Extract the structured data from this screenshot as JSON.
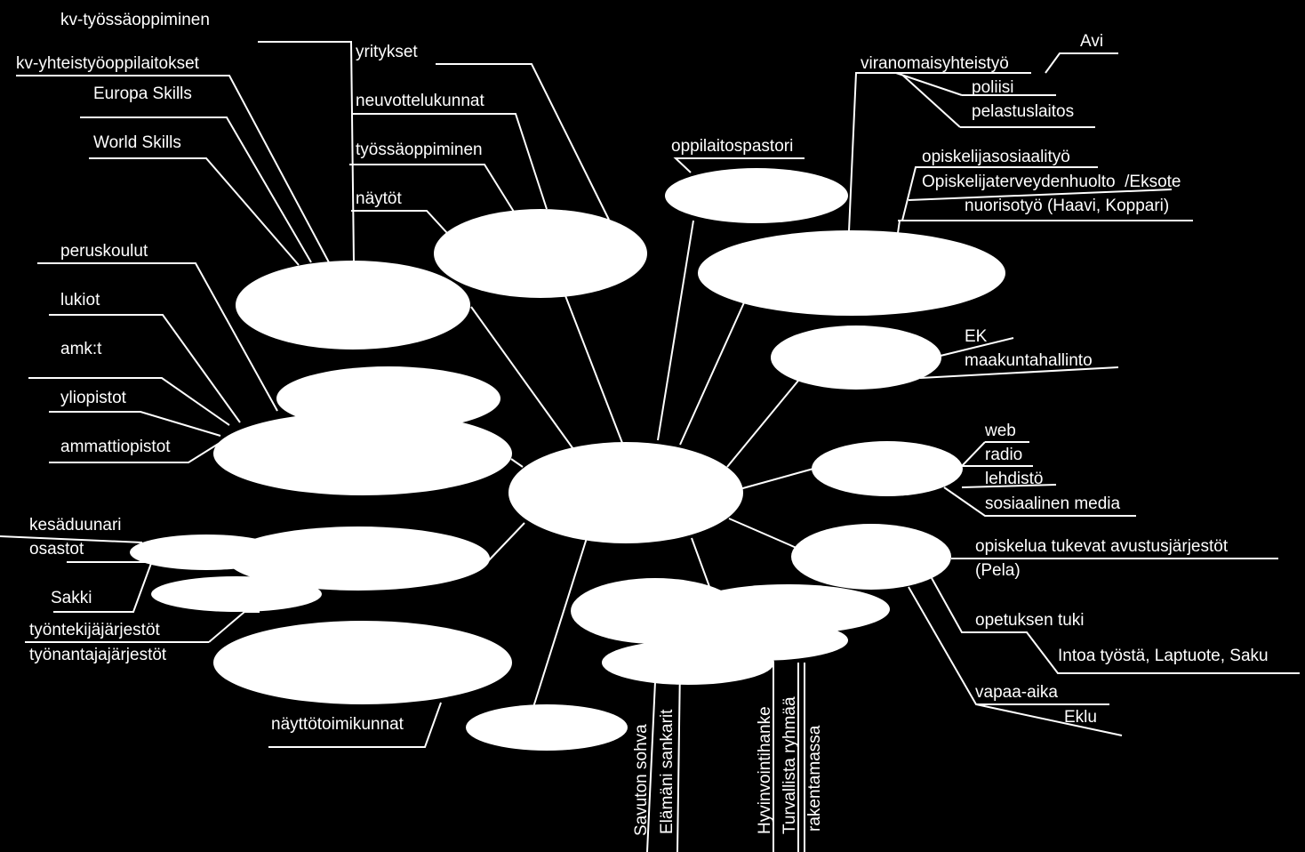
{
  "labels": {
    "kv_tyossaoppiminen": "kv-työssäoppiminen",
    "kv_yhteistyooppilaitokset": "kv-yhteistyöoppilaitokset",
    "europa_skills": "Europa Skills",
    "world_skills": "World Skills",
    "yritykset": "yritykset",
    "neuvottelukunnat": "neuvottelukunnat",
    "tyossaoppiminen": "työssäoppiminen",
    "naytot": "näytöt",
    "oppilaitospastori": "oppilaitospastori",
    "viranomaisyhteistyo": "viranomaisyhteistyö",
    "avi": "Avi",
    "poliisi": "poliisi",
    "pelastuslaitos": "pelastuslaitos",
    "opiskelijasosiaalityo": "opiskelijasosiaalityö",
    "opiskelijaterveydenhuolto": "Opiskelijaterveydenhuolto  /Eksote",
    "nuorisotyo": "nuorisotyö (Haavi, Koppari)",
    "peruskoulut": "peruskoulut",
    "lukiot": "lukiot",
    "amk": "amk:t",
    "yliopistot": "yliopistot",
    "ammattiopistot": "ammattiopistot",
    "ek": "EK",
    "maakuntahallinto": "maakuntahallinto",
    "web": "web",
    "radio": "radio",
    "lehdisto": "lehdistö",
    "sosiaalinen_media": "sosiaalinen media",
    "kesaduunari": "kesäduunari",
    "osastot": "osastot",
    "sakki": "Sakki",
    "tyontekijajarjestot": "työntekijäjärjestöt",
    "tyonantajajarjestot": "työnantajajärjestöt",
    "opiskelua_tukevat": "opiskelua tukevat avustusjärjestöt",
    "pela": "(Pela)",
    "opetuksen_tuki": "opetuksen tuki",
    "intoa": "Intoa työstä, Laptuote, Saku",
    "vapaa_aika": "vapaa-aika",
    "eklu": "Eklu",
    "nayttotoimikunnat": "näyttötoimikunnat",
    "savuton_sohva": "Savuton sohva",
    "elamani_sankarit": "Elämäni sankarit",
    "hyvinvointihanke": "Hyvinvointihanke",
    "turvallista_ryhmaa": "Turvallista ryhmää",
    "rakentamassa": "rakentamassa"
  }
}
